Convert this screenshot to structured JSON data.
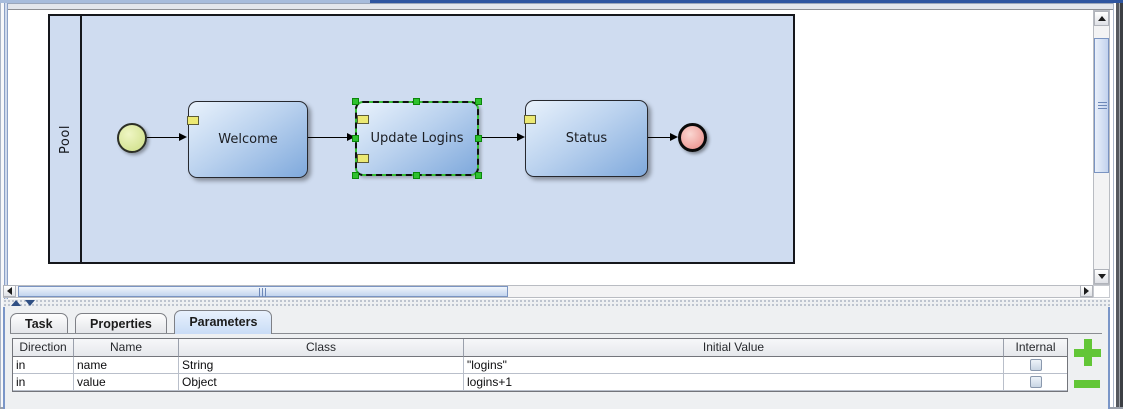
{
  "diagram": {
    "pool_label": "Pool",
    "start_event": {
      "type": "start-event",
      "color": "#d7e597"
    },
    "tasks": [
      {
        "label": "Welcome",
        "selected": false
      },
      {
        "label": "Update Logins",
        "selected": true
      },
      {
        "label": "Status",
        "selected": false
      }
    ],
    "end_event": {
      "type": "end-event",
      "color": "#ee9f9a"
    },
    "colors": {
      "pool_fill": "#cfdcf0",
      "task_gradient_start": "#e9f2fc",
      "task_gradient_end": "#7fa9dc",
      "selection_green": "#2ec22e",
      "marker_yellow": "#ece973"
    }
  },
  "scrollbars": {
    "up_icon": "triangle-up",
    "down_icon": "triangle-down",
    "left_icon": "triangle-left",
    "right_icon": "triangle-right"
  },
  "panel": {
    "tabs": [
      {
        "label": "Task",
        "active": false
      },
      {
        "label": "Properties",
        "active": false
      },
      {
        "label": "Parameters",
        "active": true
      }
    ],
    "table": {
      "columns": [
        "Direction",
        "Name",
        "Class",
        "Initial Value",
        "Internal"
      ],
      "rows": [
        {
          "direction": "in",
          "name": "name",
          "class": "String",
          "initial_value": "\"logins\"",
          "internal_checked": false
        },
        {
          "direction": "in",
          "name": "value",
          "class": "Object",
          "initial_value": "logins+1",
          "internal_checked": false
        }
      ]
    },
    "actions": {
      "add_icon": "plus",
      "remove_icon": "minus",
      "add_color": "#62c637"
    }
  }
}
